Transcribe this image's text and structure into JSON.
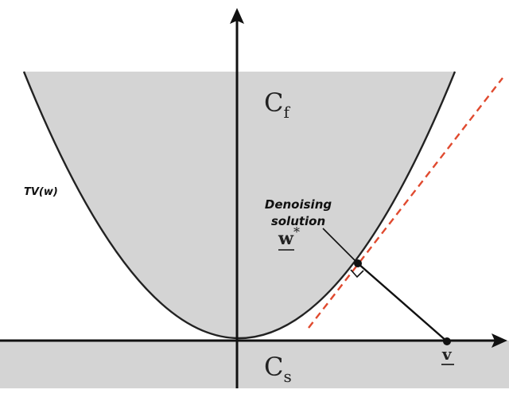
{
  "labels": {
    "cf_main": "C",
    "cf_sub": "f",
    "cs_main": "C",
    "cs_sub": "s",
    "tv": "TV(w)",
    "denoise_line1": "Denoising",
    "denoise_line2": "solution",
    "w_star_main": "w",
    "w_star_sup": "*",
    "v_label": "v"
  },
  "colors": {
    "region_fill": "#d4d4d4",
    "curve": "#222222",
    "axes": "#111111",
    "tangent": "#e04a2f",
    "points": "#111111"
  }
}
